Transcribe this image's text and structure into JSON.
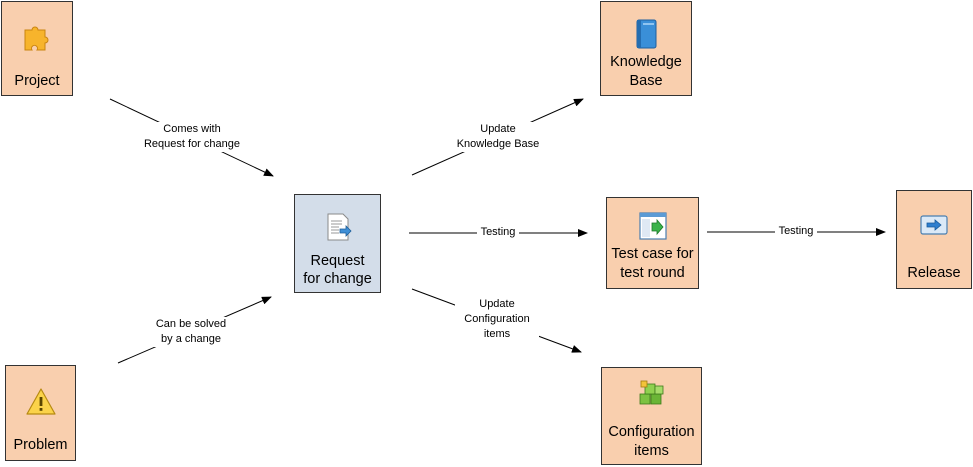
{
  "nodes": {
    "project": "Project",
    "problem": "Problem",
    "request_line1": "Request",
    "request_line2": "for change",
    "kb_line1": "Knowledge",
    "kb_line2": "Base",
    "test_line1": "Test case for",
    "test_line2": "test round",
    "release": "Release",
    "ci_line1": "Configuration",
    "ci_line2": "items"
  },
  "edges": {
    "project_line1": "Comes with",
    "project_line2": "Request for change",
    "problem_line1": "Can be solved",
    "problem_line2": "by a change",
    "kb_line1": "Update",
    "kb_line2": "Knowledge Base",
    "testing1": "Testing",
    "testing2": "Testing",
    "ci_line1": "Update",
    "ci_line2": "Configuration",
    "ci_line3": "items"
  },
  "colors": {
    "node_fill": "#f9cfae",
    "center_fill": "#d3dde9",
    "border": "#333333"
  }
}
